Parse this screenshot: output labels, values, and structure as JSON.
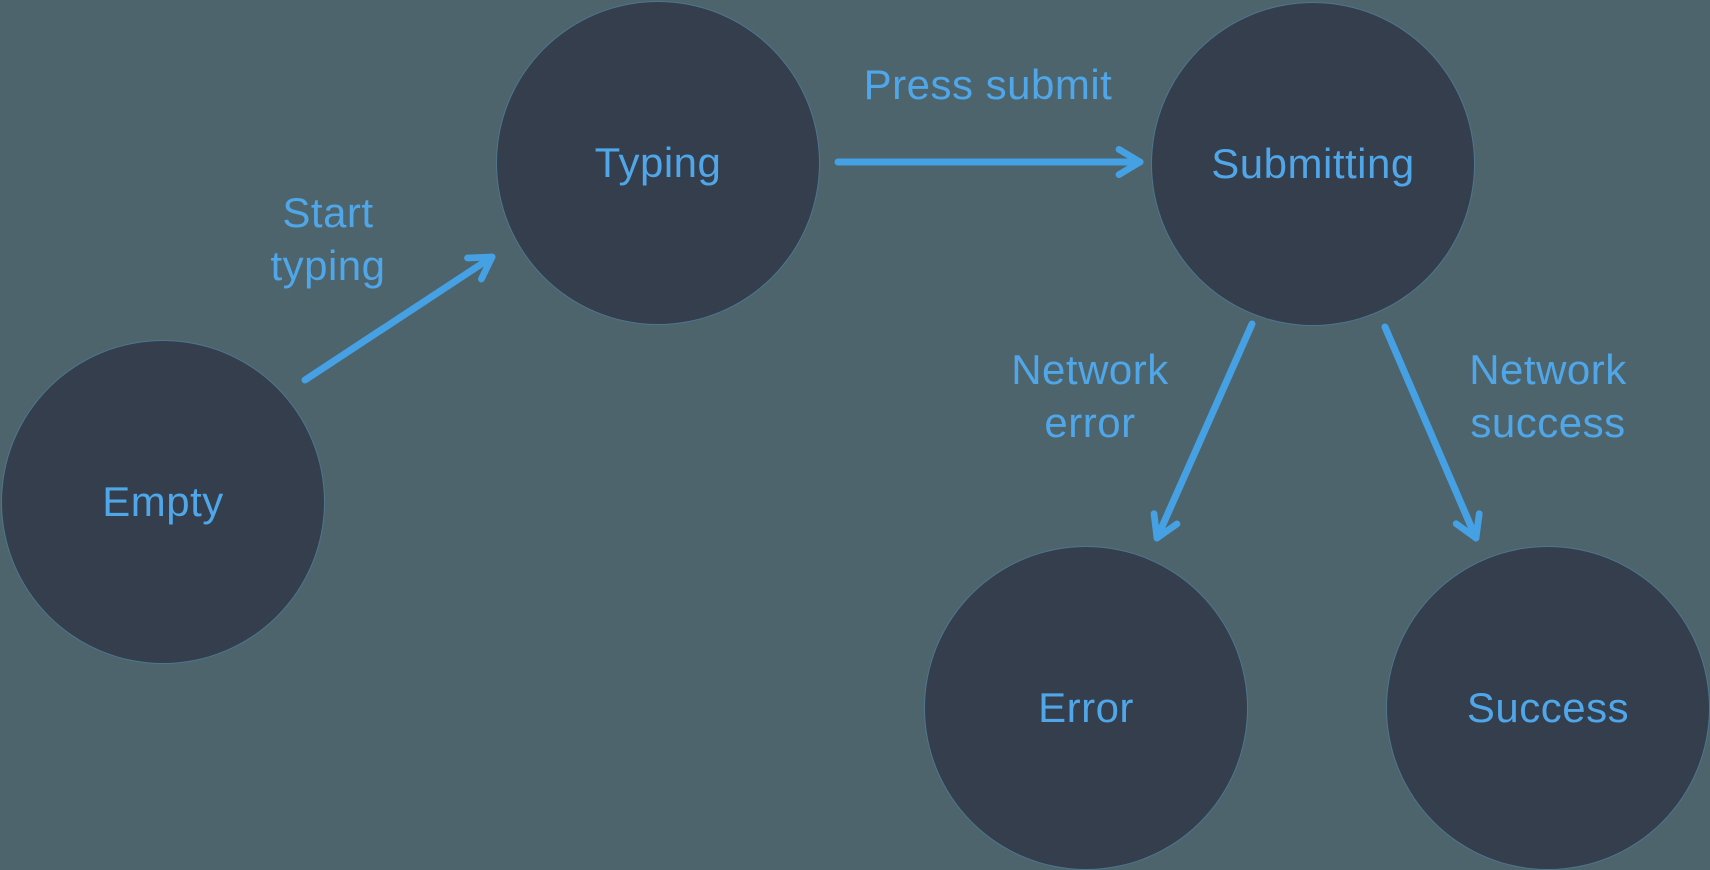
{
  "diagram": {
    "type": "state-machine",
    "colors": {
      "background": "#4D646C",
      "node_fill": "#343E4C",
      "node_edge": "rgba(79,166,232,0.28)",
      "accent": "#4FA6E8",
      "arrow": "#45A1E4"
    },
    "nodes": [
      {
        "id": "empty",
        "label": "Empty"
      },
      {
        "id": "typing",
        "label": "Typing"
      },
      {
        "id": "submitting",
        "label": "Submitting"
      },
      {
        "id": "error",
        "label": "Error"
      },
      {
        "id": "success",
        "label": "Success"
      }
    ],
    "edges": [
      {
        "from": "Empty",
        "to": "Typing",
        "label": "Start typing",
        "lines": [
          "Start",
          "typing"
        ]
      },
      {
        "from": "Typing",
        "to": "Submitting",
        "label": "Press submit",
        "lines": [
          "Press submit"
        ]
      },
      {
        "from": "Submitting",
        "to": "Error",
        "label": "Network error",
        "lines": [
          "Network",
          "error"
        ]
      },
      {
        "from": "Submitting",
        "to": "Success",
        "label": "Network success",
        "lines": [
          "Network",
          "success"
        ]
      }
    ]
  }
}
